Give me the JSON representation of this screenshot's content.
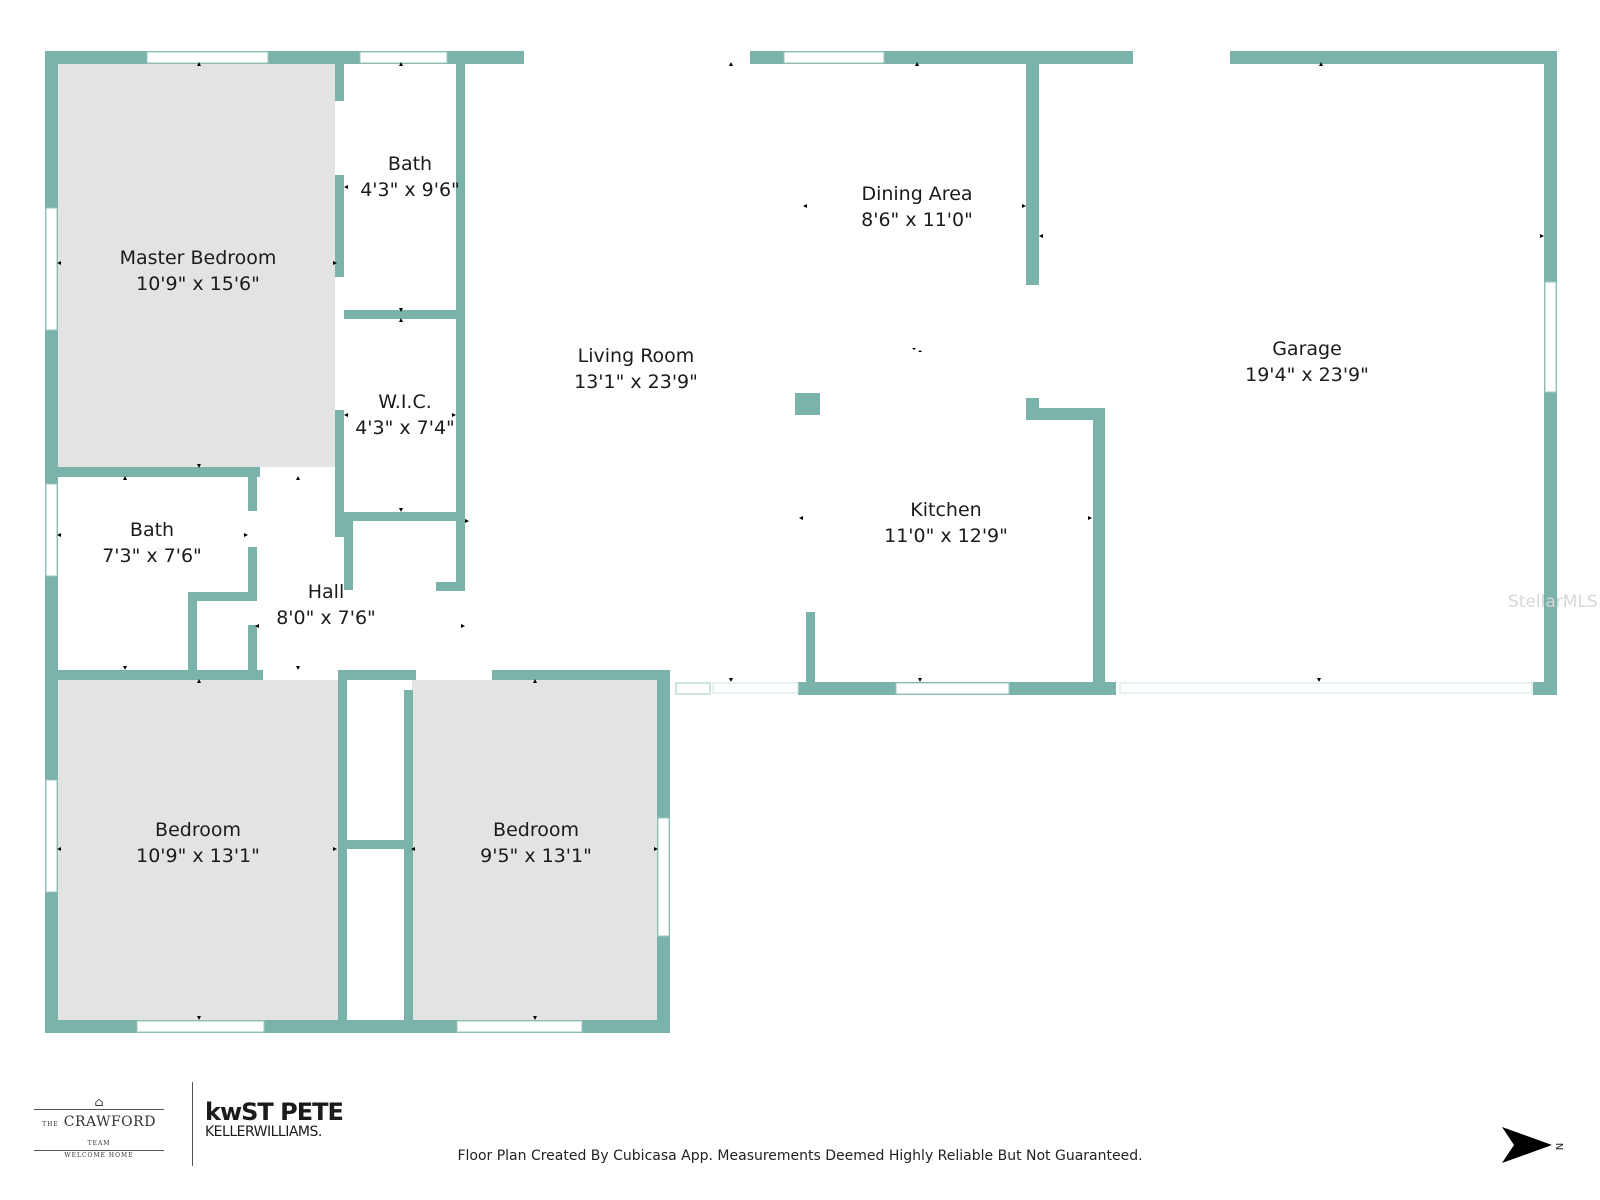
{
  "colors": {
    "wall": "#7ab3aa",
    "floor_shaded": "#e3e3e3",
    "window": "#ffffff",
    "text": "#1b1b1b"
  },
  "rooms": {
    "master_bedroom": {
      "name": "Master Bedroom",
      "dims": "10'9\" x 15'6\""
    },
    "bath_master": {
      "name": "Bath",
      "dims": "4'3\" x 9'6\""
    },
    "wic": {
      "name": "W.I.C.",
      "dims": "4'3\" x 7'4\""
    },
    "bath_hall": {
      "name": "Bath",
      "dims": "7'3\" x 7'6\""
    },
    "hall": {
      "name": "Hall",
      "dims": "8'0\" x 7'6\""
    },
    "living_room": {
      "name": "Living Room",
      "dims": "13'1\" x 23'9\""
    },
    "dining_area": {
      "name": "Dining Area",
      "dims": "8'6\" x 11'0\""
    },
    "kitchen": {
      "name": "Kitchen",
      "dims": "11'0\" x 12'9\""
    },
    "garage": {
      "name": "Garage",
      "dims": "19'4\" x 23'9\""
    },
    "bedroom_2": {
      "name": "Bedroom",
      "dims": "10'9\" x 13'1\""
    },
    "bedroom_3": {
      "name": "Bedroom",
      "dims": "9'5\" x 13'1\""
    }
  },
  "footer": {
    "note": "Floor Plan Created By Cubicasa App. Measurements Deemed Highly Reliable But Not Guaranteed."
  },
  "branding": {
    "crawford_top": "THE",
    "crawford_name": "CRAWFORD",
    "crawford_team": "TEAM",
    "crawford_tagline": "WELCOME HOME",
    "kw_line1": "kwST PETE",
    "kw_line2": "KELLERWILLIAMS.",
    "watermark": "StellarMLS"
  },
  "compass": {
    "label": "N",
    "icon": "north-arrow-icon"
  }
}
